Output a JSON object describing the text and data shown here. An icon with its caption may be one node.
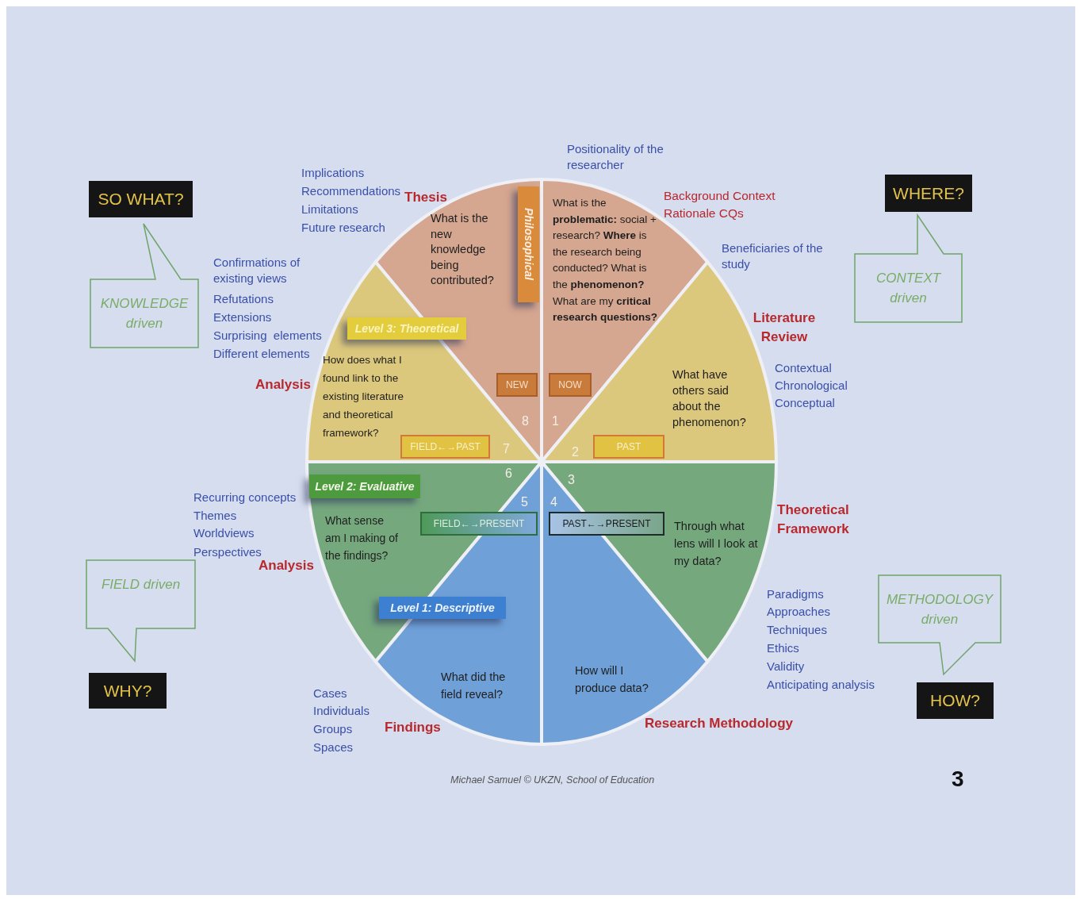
{
  "diagram": {
    "caption": "Michael Samuel © UKZN, School of Education",
    "nodes": [
      {
        "text": [
          "SO WHAT?"
        ]
      },
      {
        "text": [
          "KNOWLEDGE driven"
        ]
      },
      {
        "text": [
          "WHERE?"
        ]
      },
      {
        "text": [
          "CONTEXT driven"
        ]
      },
      {
        "text": [
          "What is the new knowledge being contributed?",
          "8"
        ]
      },
      {
        "text": [
          "NEW"
        ],
        "in": 4
      },
      {
        "text": [
          "Philosophical"
        ],
        "in": 4
      },
      {
        "text": [
          "What is the **problematic:** social + research? **Where** is the research being conducted? What is the **phenomenon?** What are my **critical research questions?**",
          "1"
        ]
      },
      {
        "text": [
          "NOW"
        ],
        "in": 7
      },
      {
        "text": [
          "How does what I found link to the existing literature and theoretical framework?",
          "7"
        ]
      },
      {
        "text": [
          "FIELD←→PAST"
        ],
        "in": 9
      },
      {
        "text": [
          "Level 3: Theoretical"
        ],
        "in": 9
      },
      {
        "text": [
          "What have others said about the phenomenon?",
          "2"
        ]
      },
      {
        "text": [
          "PAST"
        ],
        "in": 12
      },
      {
        "text": [
          "What sense am I making of the findings?",
          "6"
        ]
      },
      {
        "text": [
          "Level 2: Evaluative"
        ],
        "in": 14
      },
      {
        "text": [
          "FIELD←→PRESENT"
        ],
        "in": 14
      },
      {
        "text": [
          "Through what lens will I look at my data?",
          "3"
        ]
      },
      {
        "text": [
          "PAST←→PRESENT"
        ],
        "in": 17
      },
      {
        "text": [
          "What did the field reveal?",
          "5"
        ]
      },
      {
        "text": [
          "Level 1: Descriptive"
        ],
        "in": 19
      },
      {
        "text": [
          "How will I produce data?",
          "4"
        ]
      },
      {
        "text": [
          "FIELD driven"
        ]
      },
      {
        "text": [
          "WHY?"
        ]
      },
      {
        "text": [
          "METHODOLOGY driven"
        ]
      },
      {
        "text": [
          "HOW?"
        ]
      }
    ],
    "labels": [
      "Implications",
      "Recommendations",
      "Limitations",
      "Future research",
      "Thesis",
      "Positionality of the researcher",
      "Background Context",
      "Rationale CQs",
      "Beneficiaries of the study",
      "Confirmations of existing views",
      "Refutations",
      "Extensions",
      "Surprising  elements",
      "Different elements",
      "Literature Review",
      "Contextual",
      "Chronological",
      "Conceptual",
      "Analysis",
      "Recurring concepts",
      "Themes",
      "Worldviews",
      "Perspectives",
      "Theoretical Framework",
      "Analysis",
      "Paradigms",
      "Approaches",
      "Techniques",
      "Ethics",
      "Validity",
      "Anticipating analysis",
      "Cases",
      "Individuals",
      "Groups",
      "Spaces",
      "Findings",
      "Research Methodology",
      "3"
    ]
  }
}
